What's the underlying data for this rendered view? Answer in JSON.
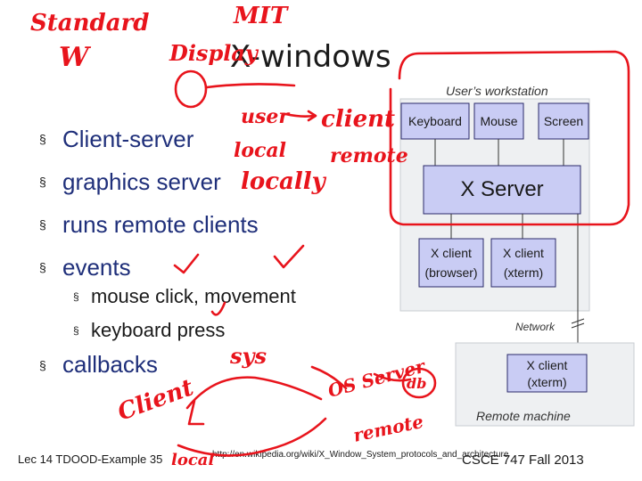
{
  "slide": {
    "title": "X-windows",
    "bullets": [
      "Client-server",
      "graphics server",
      "runs remote clients",
      "events"
    ],
    "sub_bullets": [
      "mouse click, movement",
      "keyboard press"
    ],
    "bullet_last": "callbacks",
    "bullet_marker": "§"
  },
  "diagram": {
    "workstation_label": "User’s workstation",
    "keyboard": "Keyboard",
    "mouse": "Mouse",
    "screen": "Screen",
    "xserver": "X Server",
    "client1_line1": "X client",
    "client1_line2": "(browser)",
    "client2_line1": "X client",
    "client2_line2": "(xterm)",
    "network_label": "Network",
    "remote_client_line1": "X client",
    "remote_client_line2": "(xterm)",
    "remote_label": "Remote machine"
  },
  "annotations": {
    "standard": "Standard",
    "w": "W",
    "mit": "MIT",
    "display": "Display",
    "user": "user",
    "client": "client",
    "local": "local",
    "remote": "remote",
    "locally": "locally",
    "sys": "sys",
    "client2": "Client",
    "os_server": "OS Server",
    "db": "db",
    "remote2": "remote",
    "local2": "local"
  },
  "footer": {
    "left": "Lec 14 TDOOD-Example 35",
    "url": "http://en.wikipedia.org/wiki/X_Window_System_protocols_and_architecture",
    "right": "CSCE 747 Fall 2013"
  },
  "colors": {
    "ink": "#e8141c",
    "bullet_text": "#1f2f7a",
    "box_fill": "#c9ccf4",
    "panel_fill": "#eef0f2"
  }
}
